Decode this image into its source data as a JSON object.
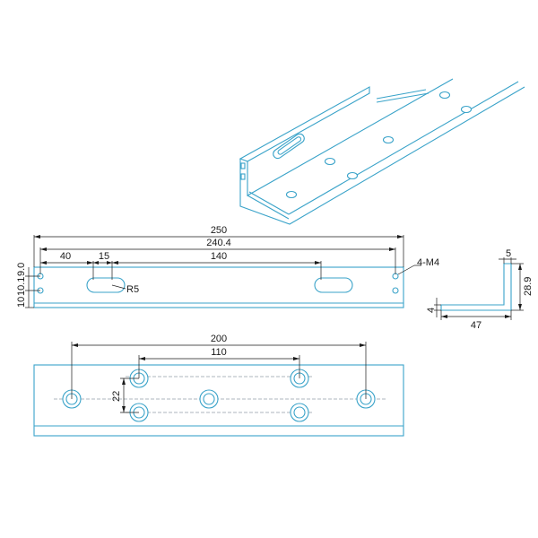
{
  "colors": {
    "part_outline": "#3aa3c9",
    "dimension": "#1a1a1a",
    "centerline": "#5a6a7a"
  },
  "front_view": {
    "overall_length": "250",
    "hole_pitch": "240.4",
    "slot_offset": "40",
    "slot_length": "15",
    "slot_pitch": "140",
    "slot_radius": "R5",
    "hole_callout": "4-M4",
    "hole_offset_1": "10.1",
    "hole_offset_2": "9.0",
    "height": "10"
  },
  "side_view": {
    "flange_thickness": "5",
    "leg_height": "28.9",
    "base_thickness": "4",
    "leg_width": "47"
  },
  "bottom_view": {
    "outer_pitch": "200",
    "inner_pitch": "110",
    "vertical_pitch": "22"
  }
}
